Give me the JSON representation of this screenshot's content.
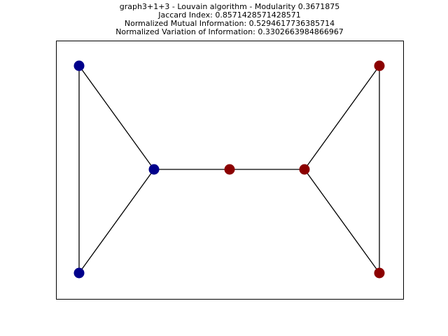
{
  "figure": {
    "title_lines": [
      "graph3+1+3 - Louvain algorithm - Modularity 0.3671875",
      "Jaccard Index: 0.8571428571428571",
      "Normalized Mutual Information: 0.5294617736385714",
      "Normalized Variation of Information: 0.3302663984866967"
    ]
  },
  "graph": {
    "colors": {
      "community_0": "#00008b",
      "community_1": "#8b0000",
      "edge": "#000000",
      "frame": "#000000"
    },
    "nodes": [
      {
        "id": "n0",
        "community": 0
      },
      {
        "id": "n1",
        "community": 0
      },
      {
        "id": "n2",
        "community": 0
      },
      {
        "id": "n3",
        "community": 1
      },
      {
        "id": "n4",
        "community": 1
      },
      {
        "id": "n5",
        "community": 1
      },
      {
        "id": "n6",
        "community": 1
      }
    ],
    "edges": [
      [
        "n0",
        "n1"
      ],
      [
        "n0",
        "n2"
      ],
      [
        "n1",
        "n2"
      ],
      [
        "n2",
        "n3"
      ],
      [
        "n3",
        "n4"
      ],
      [
        "n4",
        "n5"
      ],
      [
        "n4",
        "n6"
      ],
      [
        "n5",
        "n6"
      ]
    ]
  }
}
